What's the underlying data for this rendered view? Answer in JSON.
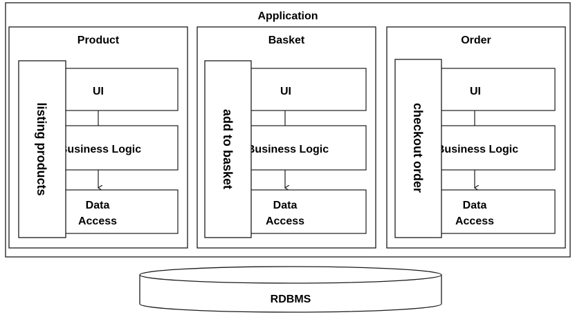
{
  "application": {
    "title": "Application"
  },
  "modules": [
    {
      "title": "Product",
      "feature": "listing products",
      "layers": {
        "ui": "UI",
        "logic": "Business Logic",
        "data_line1": "Data",
        "data_line2": "Access"
      }
    },
    {
      "title": "Basket",
      "feature": "add to basket",
      "layers": {
        "ui": "UI",
        "logic": "Business Logic",
        "data_line1": "Data",
        "data_line2": "Access"
      }
    },
    {
      "title": "Order",
      "feature": "checkout order",
      "layers": {
        "ui": "UI",
        "logic": "Business Logic",
        "data_line1": "Data",
        "data_line2": "Access"
      }
    }
  ],
  "database": {
    "label": "RDBMS"
  },
  "colors": {
    "stroke": "#1a1a1a",
    "fill": "#ffffff"
  }
}
